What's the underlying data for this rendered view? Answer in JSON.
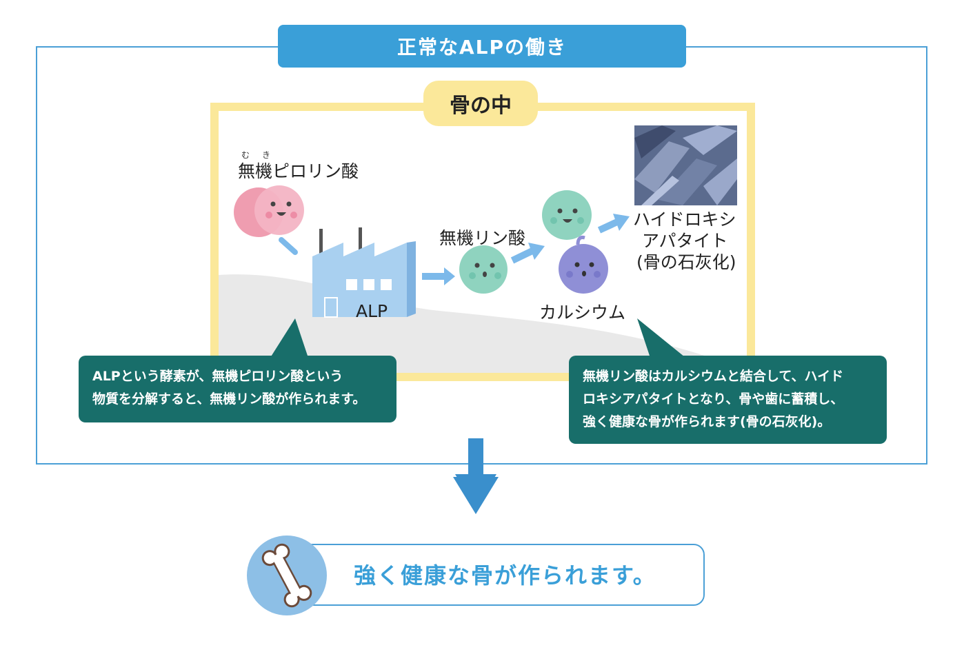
{
  "header": {
    "title": "正常なALPの働き"
  },
  "bone_section": {
    "label": "骨の中"
  },
  "nodes": {
    "pyrophosphate": {
      "ruby_mu": "む",
      "ruby_ki": "き",
      "label": "無機ピロリン酸"
    },
    "alp": {
      "label": "ALP"
    },
    "phosphate": {
      "label": "無機リン酸"
    },
    "calcium": {
      "label": "カルシウム"
    },
    "hydroxyapatite": {
      "line1": "ハイドロキシ",
      "line2": "アパタイト",
      "line3": "(骨の石灰化)"
    }
  },
  "callouts": {
    "left": {
      "line1": "ALPという酵素が、無機ピロリン酸という",
      "line2": "物質を分解すると、無機リン酸が作られます。"
    },
    "right": {
      "line1": "無機リン酸はカルシウムと結合して、ハイド",
      "line2": "ロキシアパタイトとなり、骨や歯に蓄積し、",
      "line3": "強く健康な骨が作られます(骨の石灰化)。"
    }
  },
  "result": {
    "text": "強く健康な骨が作られます。"
  },
  "colors": {
    "accent_blue": "#3a9fd8",
    "frame_yellow": "#fbe89a",
    "callout_teal": "#186e6a",
    "pyrophosphate_pink": "#ef8aa3",
    "phosphate_mint": "#8fd3bf",
    "calcium_purple": "#8f8fd6",
    "factory_blue": "#a9d0f0"
  }
}
